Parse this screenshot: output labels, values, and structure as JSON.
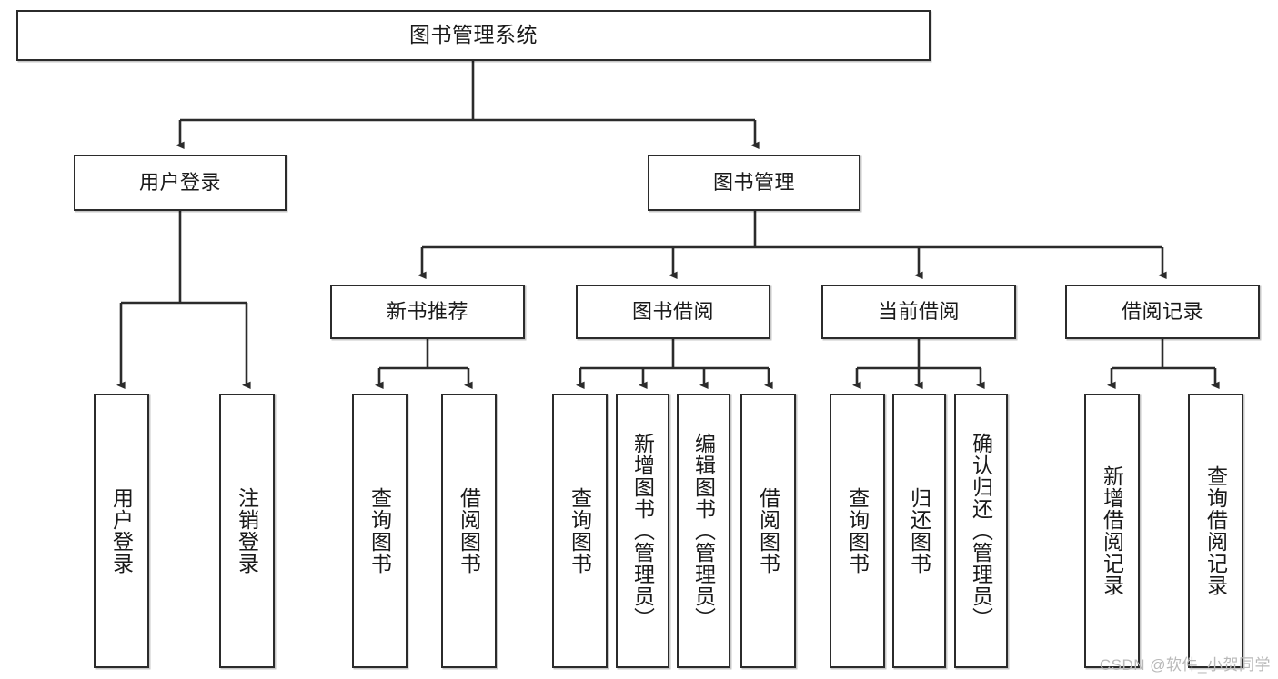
{
  "diagram": {
    "type": "tree-hierarchy",
    "title": "图书管理系统",
    "watermark": "CSDN @软件_小贺同学",
    "colors": {
      "box_border": "#2b2b2b",
      "box_fill": "#ffffff",
      "edge": "#2b2b2b",
      "text": "#1a1a1a",
      "watermark": "#b9b9b9"
    },
    "levels": {
      "level1": [
        "图书管理系统"
      ],
      "level2": [
        "用户登录",
        "图书管理"
      ],
      "level3": [
        "新书推荐",
        "图书借阅",
        "当前借阅",
        "借阅记录"
      ],
      "level4": [
        "用户登录",
        "注销登录",
        "查询图书",
        "借阅图书",
        "查询图书",
        "新增图书（管理员）",
        "编辑图书（管理员）",
        "借阅图书",
        "查询图书",
        "归还图书",
        "确认归还（管理员）",
        "新增借阅记录",
        "查询借阅记录"
      ]
    },
    "nodes": {
      "root": {
        "label": "图书管理系统"
      },
      "user_login": {
        "label": "用户登录"
      },
      "book_manage": {
        "label": "图书管理"
      },
      "new_book_rec": {
        "label": "新书推荐"
      },
      "book_borrow": {
        "label": "图书借阅"
      },
      "current_borrow": {
        "label": "当前借阅"
      },
      "borrow_record": {
        "label": "借阅记录"
      },
      "leaf_user_login": {
        "label": "用户登录"
      },
      "leaf_logout": {
        "label": "注销登录"
      },
      "leaf_query_book_1": {
        "label": "查询图书"
      },
      "leaf_borrow_book_1": {
        "label": "借阅图书"
      },
      "leaf_query_book_2": {
        "label": "查询图书"
      },
      "leaf_add_book_admin": {
        "label": "新增图书（管理员）"
      },
      "leaf_edit_book_admin": {
        "label": "编辑图书（管理员）"
      },
      "leaf_borrow_book_2": {
        "label": "借阅图书"
      },
      "leaf_query_book_3": {
        "label": "查询图书"
      },
      "leaf_return_book": {
        "label": "归还图书"
      },
      "leaf_confirm_return_admin": {
        "label": "确认归还（管理员）"
      },
      "leaf_add_record": {
        "label": "新增借阅记录"
      },
      "leaf_query_record": {
        "label": "查询借阅记录"
      }
    },
    "edges": [
      {
        "from": "图书管理系统",
        "to": "用户登录"
      },
      {
        "from": "图书管理系统",
        "to": "图书管理"
      },
      {
        "from": "用户登录",
        "to": "用户登录"
      },
      {
        "from": "用户登录",
        "to": "注销登录"
      },
      {
        "from": "图书管理",
        "to": "新书推荐"
      },
      {
        "from": "图书管理",
        "to": "图书借阅"
      },
      {
        "from": "图书管理",
        "to": "当前借阅"
      },
      {
        "from": "图书管理",
        "to": "借阅记录"
      },
      {
        "from": "新书推荐",
        "to": "查询图书"
      },
      {
        "from": "新书推荐",
        "to": "借阅图书"
      },
      {
        "from": "图书借阅",
        "to": "查询图书"
      },
      {
        "from": "图书借阅",
        "to": "新增图书（管理员）"
      },
      {
        "from": "图书借阅",
        "to": "编辑图书（管理员）"
      },
      {
        "from": "图书借阅",
        "to": "借阅图书"
      },
      {
        "from": "当前借阅",
        "to": "查询图书"
      },
      {
        "from": "当前借阅",
        "to": "归还图书"
      },
      {
        "from": "当前借阅",
        "to": "确认归还（管理员）"
      },
      {
        "from": "借阅记录",
        "to": "新增借阅记录"
      },
      {
        "from": "借阅记录",
        "to": "查询借阅记录"
      }
    ]
  }
}
